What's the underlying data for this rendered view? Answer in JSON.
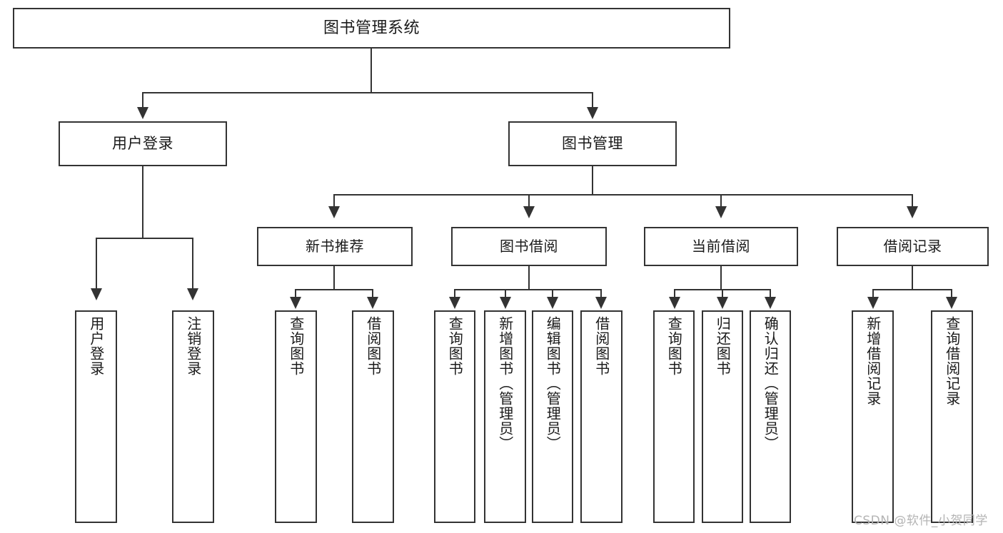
{
  "diagram": {
    "title": "图书管理系统",
    "type": "hierarchy-tree",
    "root": {
      "id": "root",
      "label": "图书管理系统"
    },
    "level2": [
      {
        "id": "user-login",
        "label": "用户登录"
      },
      {
        "id": "book-manage",
        "label": "图书管理"
      }
    ],
    "level3": [
      {
        "id": "new-book-rec",
        "label": "新书推荐",
        "parent": "book-manage"
      },
      {
        "id": "book-borrow",
        "label": "图书借阅",
        "parent": "book-manage"
      },
      {
        "id": "current-borrow",
        "label": "当前借阅",
        "parent": "book-manage"
      },
      {
        "id": "borrow-record",
        "label": "借阅记录",
        "parent": "book-manage"
      }
    ],
    "leaves": {
      "user_login": [
        {
          "id": "leaf-user-login",
          "label": "用户登录"
        },
        {
          "id": "leaf-user-logout",
          "label": "注销登录"
        }
      ],
      "new_book_rec": [
        {
          "id": "leaf-query-book-1",
          "label": "查询图书"
        },
        {
          "id": "leaf-borrow-book-1",
          "label": "借阅图书"
        }
      ],
      "book_borrow": [
        {
          "id": "leaf-query-book-2",
          "label": "查询图书"
        },
        {
          "id": "leaf-add-book",
          "label": "新增图书（管理员）"
        },
        {
          "id": "leaf-edit-book",
          "label": "编辑图书（管理员）"
        },
        {
          "id": "leaf-borrow-book-2",
          "label": "借阅图书"
        }
      ],
      "current_borrow": [
        {
          "id": "leaf-query-book-3",
          "label": "查询图书"
        },
        {
          "id": "leaf-return-book",
          "label": "归还图书"
        },
        {
          "id": "leaf-confirm-return",
          "label": "确认归还（管理员）"
        }
      ],
      "borrow_record": [
        {
          "id": "leaf-add-record",
          "label": "新增借阅记录"
        },
        {
          "id": "leaf-query-record",
          "label": "查询借阅记录"
        }
      ]
    }
  },
  "watermark": {
    "text": "CSDN @软件_小贺同学"
  },
  "colors": {
    "stroke": "#333333",
    "fill": "#ffffff",
    "text": "#1a1a1a",
    "watermark": "#b4b4b4"
  }
}
